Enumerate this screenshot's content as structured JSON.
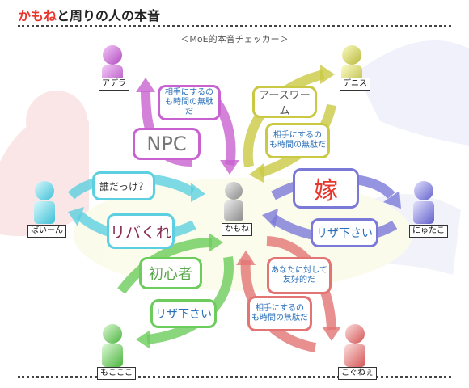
{
  "header": {
    "title_highlight": "かもね",
    "title_rest": "と周りの人の本音",
    "subtitle": "＜MoE的本音チェッカー＞"
  },
  "center": {
    "name": "かもね",
    "color": "#9a9a9a"
  },
  "people": {
    "adera": {
      "name": "アデラ",
      "color": "#c862d0"
    },
    "denisu": {
      "name": "デニス",
      "color": "#c9c943"
    },
    "baiin": {
      "name": "ばいーん",
      "color": "#5ccfe0"
    },
    "nyutako": {
      "name": "にゅたこ",
      "color": "#7b79d8"
    },
    "mokoko": {
      "name": "もこここ",
      "color": "#6ccc5c"
    },
    "kogunee": {
      "name": "こぐねぇ",
      "color": "#e27474"
    }
  },
  "relations": {
    "adera_to_kamone": "相手にするのも時間の無駄だ",
    "kamone_to_adera": "NPC",
    "denisu_to_kamone": "相手にするのも時間の無駄だ",
    "kamone_to_denisu": "アースワーム",
    "baiin_to_kamone": "誰だっけ？",
    "kamone_to_baiin": "リバくれ",
    "nyutako_to_kamone": "リザ下さい",
    "kamone_to_nyutako": "嫁",
    "mokoko_to_kamone": "初心者",
    "kamone_to_mokoko": "リザ下さい",
    "kogunee_to_kamone": "あなたに対して友好的だ",
    "kamone_to_kogunee": "相手にするのも時間の無駄だ"
  }
}
